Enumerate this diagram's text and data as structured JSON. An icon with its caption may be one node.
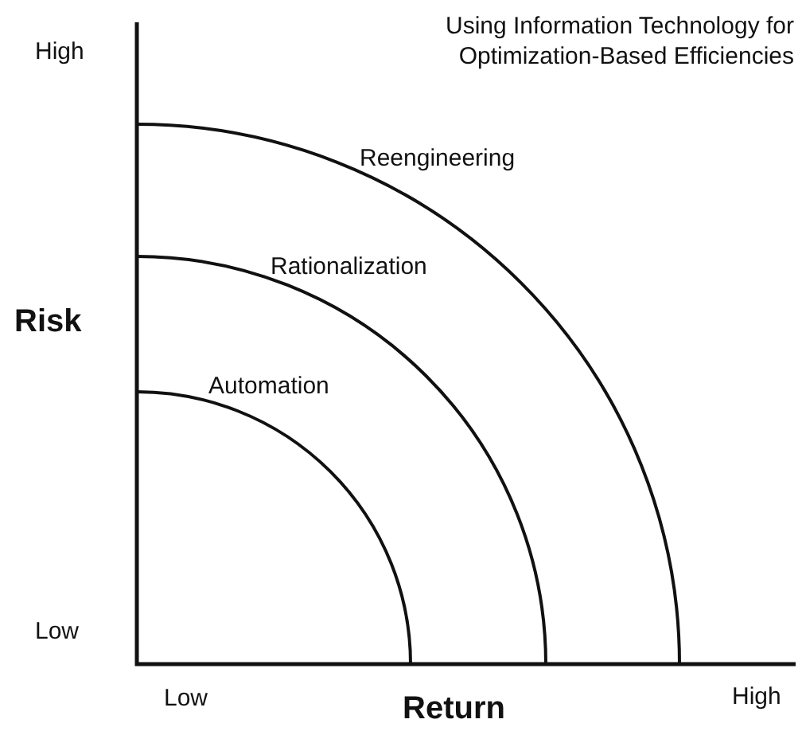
{
  "diagram": {
    "title": "Using Information Technology for Optimization-Based Efficiencies",
    "labels": [
      "High",
      "Risk",
      "Low",
      "Low",
      "Return",
      "High",
      "Reengineering",
      "Rationalization",
      "Automation"
    ]
  }
}
